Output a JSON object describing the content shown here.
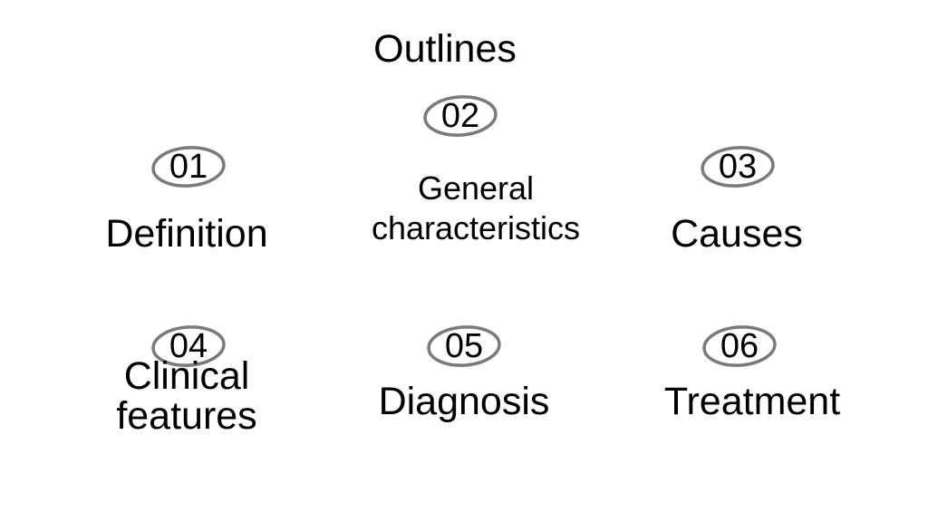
{
  "slide": {
    "title": "Outlines",
    "ring_color": "#7a7a7a",
    "items": [
      {
        "number": "01",
        "label_lines": [
          "Definition"
        ]
      },
      {
        "number": "02",
        "label_lines": [
          "General",
          "characteristics"
        ]
      },
      {
        "number": "03",
        "label_lines": [
          "Causes"
        ]
      },
      {
        "number": "04",
        "label_lines": [
          "Clinical",
          "features"
        ]
      },
      {
        "number": "05",
        "label_lines": [
          "Diagnosis"
        ]
      },
      {
        "number": "06",
        "label_lines": [
          "Treatment"
        ]
      }
    ]
  }
}
